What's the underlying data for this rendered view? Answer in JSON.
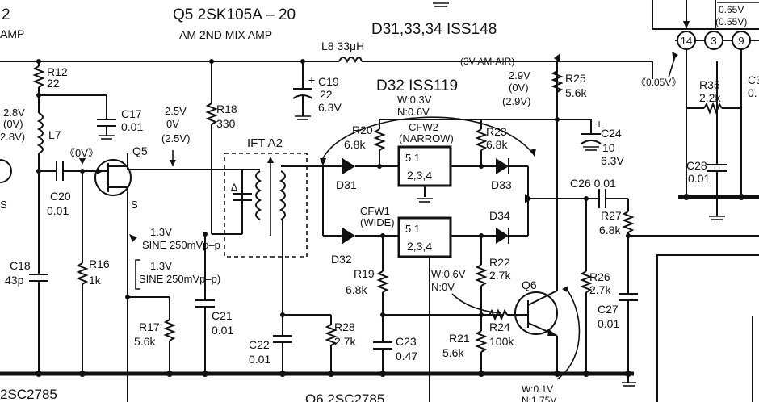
{
  "header": {
    "left_num": "2",
    "left_amp": "AMP",
    "q5_title": "Q5  2SK105A – 20",
    "q5_sub": "AM   2ND   MIX AMP",
    "d31_title": "D31,33,34  ISS148",
    "d32_title": "D32  ISS119"
  },
  "labels": {
    "l8": "L8 33μH",
    "am_air": "(3V AM·AIR)",
    "r12": "R12",
    "r12v": "22",
    "v28": "2.8V",
    "v0a": "(0V)",
    "v28b": "2.8V)",
    "l7": "L7",
    "c17": "C17",
    "c17v": "0.01",
    "v25": "2.5V",
    "v0b": "0V",
    "v25b": "(2.5V)",
    "r18": "R18",
    "r18v": "330",
    "c19": "C19",
    "c19a": "22",
    "c19b": "6.3V",
    "ifta2": "IFT A2",
    "ov": "《0V》",
    "q5": "Q5",
    "s1": "S",
    "s2": "S",
    "c20": "C20",
    "c20v": "0.01",
    "c18": "C18",
    "c18v": "43p",
    "r16": "R16",
    "r16v": "1k",
    "sine1a": "1.3V",
    "sine1b": "SINE 250mVp–p",
    "sine2a": "1.3V",
    "sine2b": "SINE 250mVp–p)",
    "r17": "R17",
    "r17v": "5.6k",
    "c21": "C21",
    "c21v": "0.01",
    "c22": "C22",
    "c22v": "0.01",
    "r28": "R28",
    "r28v": "2.7k",
    "w03": "W:0.3V",
    "n06": "N:0.6V",
    "r20": "R20",
    "r20v": "6.8k",
    "cfw2": "CFW2",
    "narrow": "(NARROW)",
    "cfw2_pins_top": "5       1",
    "cfw2_pins_bot": "2,3,4",
    "r23": "R23",
    "r23v": "6.8k",
    "d31": "D31",
    "d33": "D33",
    "d32": "D32",
    "d34": "D34",
    "cfw1": "CFW1",
    "wide": "(WIDE)",
    "cfw1_pins_top": "5       1",
    "cfw1_pins_bot": "2,3,4",
    "r19": "R19",
    "r19v": "6.8k",
    "c23": "C23",
    "c23v": "0.47",
    "w06": "W:0.6V",
    "n0v": "N:0V",
    "r22": "R22",
    "r22v": "2.7k",
    "q6": "Q6",
    "r24": "R24",
    "r24v": "100k",
    "r21": "R21",
    "r21v": "5.6k",
    "w01": "W:0.1V",
    "n175": "N:1.75V",
    "v29": "2.9V",
    "v0c": "(0V)",
    "v29b": "(2.9V)",
    "r25": "R25",
    "r25v": "5.6k",
    "c24": "C24",
    "c24a": "10",
    "c24b": "6.3V",
    "c26": "C26  0.01",
    "r27": "R27",
    "r27v": "6.8k",
    "r26": "R26",
    "r26v": "2.7k",
    "c27": "C27",
    "c27v": "0.01",
    "p14": "14",
    "p3": "3",
    "p9": "9",
    "v065": "0.65V",
    "v055": "(0.55V)",
    "v005": "《0.05V》",
    "r35": "R35",
    "r35v": "2.2k",
    "c28": "C28",
    "c28v": "0.01",
    "c3x": "C3",
    "c3xv": "0.",
    "bot_left": "2SC2785",
    "bot_mid": "Q6  2SC2785"
  }
}
